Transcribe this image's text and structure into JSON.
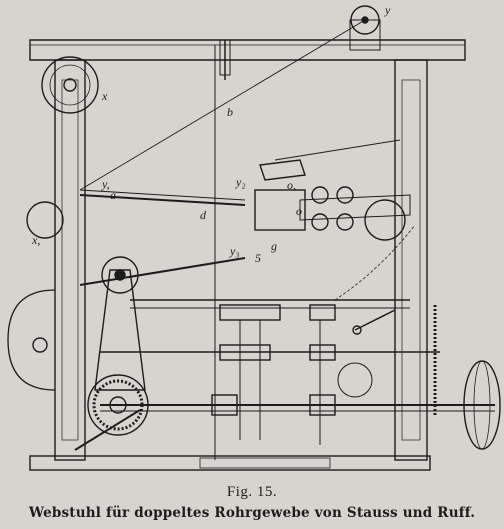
{
  "figure": {
    "caption_label": "Fig. 15.",
    "caption_text": "Webstuhl für doppeltes Rohrgewebe von Stauss und Ruff.",
    "part_labels": {
      "y_top": "y",
      "x_left": "x",
      "x_lower": "x,",
      "b": "b",
      "y1": "y,",
      "a": "a",
      "y2": "y₂",
      "o1": "o,",
      "o": "o",
      "d": "d",
      "y3": "y₃",
      "five": "5",
      "g": "g"
    }
  }
}
